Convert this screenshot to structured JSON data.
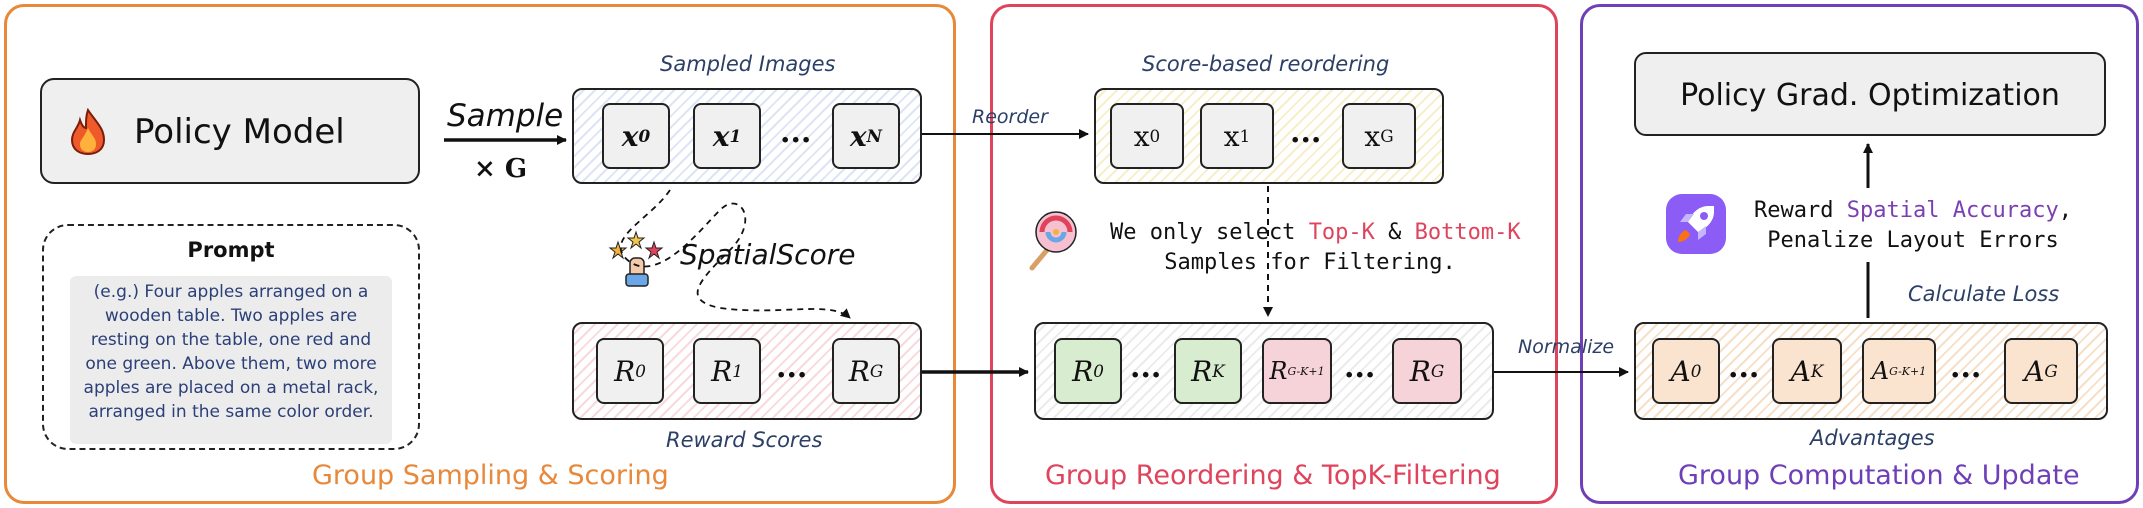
{
  "panels": {
    "sampling": {
      "title": "Group Sampling & Scoring",
      "color": "#e8883a"
    },
    "reordering": {
      "title": "Group Reordering & TopK-Filtering",
      "color": "#e0445d"
    },
    "computation": {
      "title": "Group Computation & Update",
      "color": "#6f3fb8"
    }
  },
  "policy_model": {
    "label": "Policy Model",
    "icon": "fire-icon"
  },
  "sample_arrow": {
    "label": "Sample",
    "multiplier": "× G"
  },
  "prompt": {
    "title": "Prompt",
    "text": [
      "(e.g.) Four apples arranged on a",
      "wooden table. Two apples are",
      "resting on the table, one red and",
      "one green. Above them, two more",
      "apples are placed on a metal rack,",
      "arranged in the same color order."
    ]
  },
  "sampled_images": {
    "caption": "Sampled Images",
    "tiles": [
      {
        "base": "x",
        "sub": "0"
      },
      {
        "base": "x",
        "sub": "1"
      },
      {
        "base": "x",
        "sub": "N"
      }
    ],
    "ellipsis": "..."
  },
  "spatial_score": {
    "label": "SpatialScore",
    "icon": "stars-hand-icon"
  },
  "reward_scores": {
    "caption": "Reward Scores",
    "tiles": [
      {
        "base": "R",
        "sub": "0"
      },
      {
        "base": "R",
        "sub": "1"
      },
      {
        "base": "R",
        "sub": "G"
      }
    ],
    "ellipsis": "..."
  },
  "reorder_label": "Reorder",
  "score_reordering": {
    "caption": "Score-based reordering",
    "tiles": [
      {
        "base": "x",
        "sub": "0"
      },
      {
        "base": "x",
        "sub": "1"
      },
      {
        "base": "x",
        "sub": "G"
      }
    ],
    "ellipsis": "..."
  },
  "filter_note": {
    "icon": "lollipop-icon",
    "line1_prefix": "We only select ",
    "top_k": "Top-K",
    "amp": " & ",
    "bottom_k": "Bottom-K",
    "line2": "Samples for Filtering."
  },
  "filtered": {
    "tiles": [
      {
        "base": "R",
        "sub": "0"
      },
      {
        "base": "R",
        "sub": "K"
      },
      {
        "base": "R",
        "sub": "G-K+1"
      },
      {
        "base": "R",
        "sub": "G"
      }
    ],
    "ellipsis": "..."
  },
  "normalize_label": "Normalize",
  "advantages": {
    "caption": "Advantages",
    "tiles": [
      {
        "base": "A",
        "sub": "0"
      },
      {
        "base": "A",
        "sub": "K"
      },
      {
        "base": "A",
        "sub": "G-K+1"
      },
      {
        "base": "A",
        "sub": "G"
      }
    ],
    "ellipsis": "..."
  },
  "calculate_loss": "Calculate Loss",
  "reward_note": {
    "icon": "rocket-icon",
    "line1_prefix": "Reward ",
    "highlight": "Spatial Accuracy",
    "line1_suffix": ",",
    "line2": "Penalize Layout Errors"
  },
  "optimization": {
    "label": "Policy Grad. Optimization"
  },
  "colors": {
    "green_tile": "#d8eccf",
    "pink_tile": "#f6d3d9",
    "gray_tile": "#ededed",
    "orange_tile": "#fae3cf"
  }
}
